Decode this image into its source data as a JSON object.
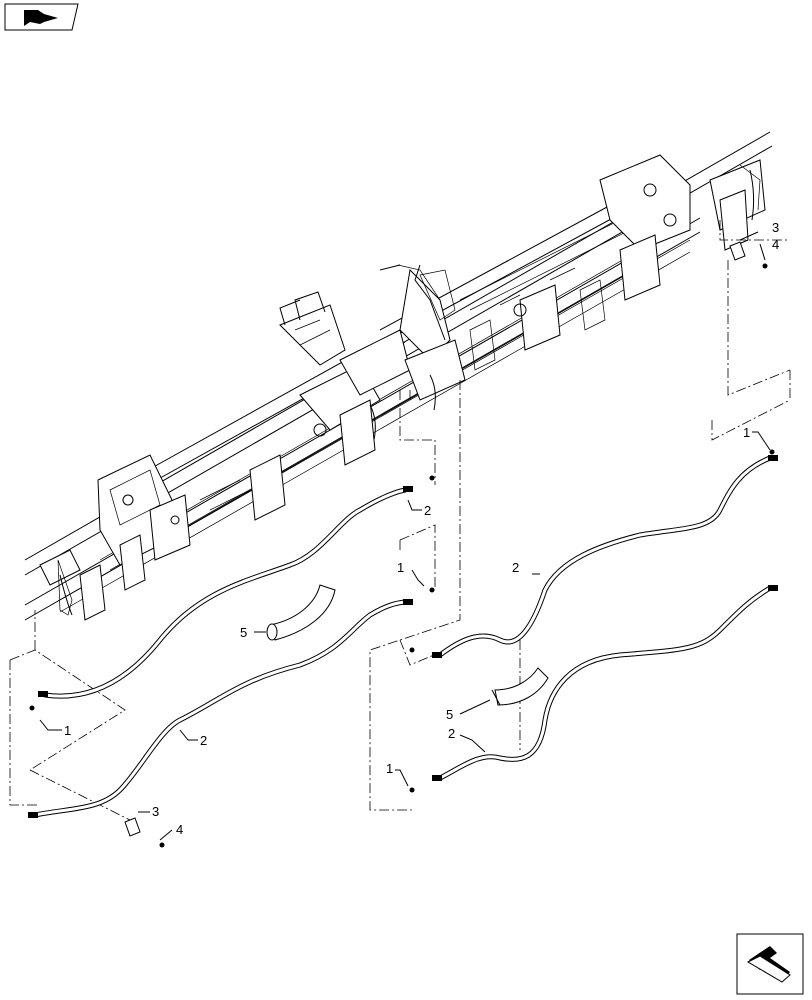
{
  "diagram": {
    "callouts": [
      {
        "id": "c1a",
        "label": "1"
      },
      {
        "id": "c1b",
        "label": "1"
      },
      {
        "id": "c1c",
        "label": "1"
      },
      {
        "id": "c1d",
        "label": "1"
      },
      {
        "id": "c2a",
        "label": "2"
      },
      {
        "id": "c2b",
        "label": "2"
      },
      {
        "id": "c2c",
        "label": "2"
      },
      {
        "id": "c2d",
        "label": "2"
      },
      {
        "id": "c3a",
        "label": "3"
      },
      {
        "id": "c3b",
        "label": "3"
      },
      {
        "id": "c4a",
        "label": "4"
      },
      {
        "id": "c4b",
        "label": "4"
      },
      {
        "id": "c5a",
        "label": "5"
      },
      {
        "id": "c5b",
        "label": "5"
      }
    ]
  },
  "icons": {
    "top_left": "nav-arrow-icon",
    "bottom_right": "next-page-arrow-icon"
  }
}
